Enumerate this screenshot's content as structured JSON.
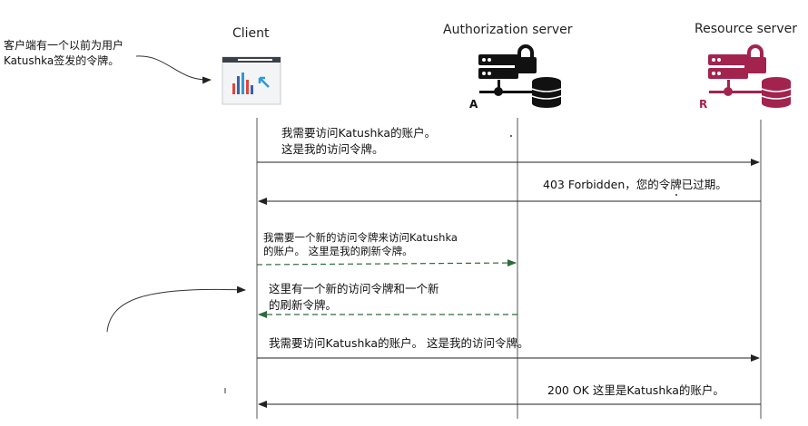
{
  "participants": {
    "client": {
      "title": "Client"
    },
    "auth": {
      "title": "Authorization server",
      "letter": "A",
      "color": "#111111"
    },
    "resource": {
      "title": "Resource server",
      "letter": "R",
      "color": "#a3234f"
    }
  },
  "note": "客户端有一个以前为用户\nKatushka签发的令牌。",
  "messages": [
    {
      "id": "m1",
      "text": "我需要访问Katushka的账户。\n这是我的访问令牌。",
      "from": "client",
      "to": "resource",
      "style": "solid"
    },
    {
      "id": "m2",
      "text": "403  Forbidden，您的令牌已过期。",
      "from": "resource",
      "to": "client",
      "style": "solid"
    },
    {
      "id": "m3",
      "text": "我需要一个新的访问令牌来访问Katushka\n的账户。 这里是我的刷新令牌。",
      "from": "client",
      "to": "auth",
      "style": "dashed"
    },
    {
      "id": "m4",
      "text": "这里有一个新的访问令牌和一个新\n的刷新令牌。",
      "from": "auth",
      "to": "client",
      "style": "dashed"
    },
    {
      "id": "m5",
      "text": "我需要访问Katushka的账户。 这是我的访问令牌。",
      "from": "client",
      "to": "resource",
      "style": "solid"
    },
    {
      "id": "m6",
      "text": "200 OK 这里是Katushka的账户。",
      "from": "resource",
      "to": "client",
      "style": "solid"
    }
  ],
  "colors": {
    "solid_arrow": "#222222",
    "dashed_arrow": "#2e6b3a",
    "lifeline": "#555555",
    "chart_bars": [
      "#e0453a",
      "#3b5fb0",
      "#2f9ad6",
      "#e0453a"
    ]
  }
}
